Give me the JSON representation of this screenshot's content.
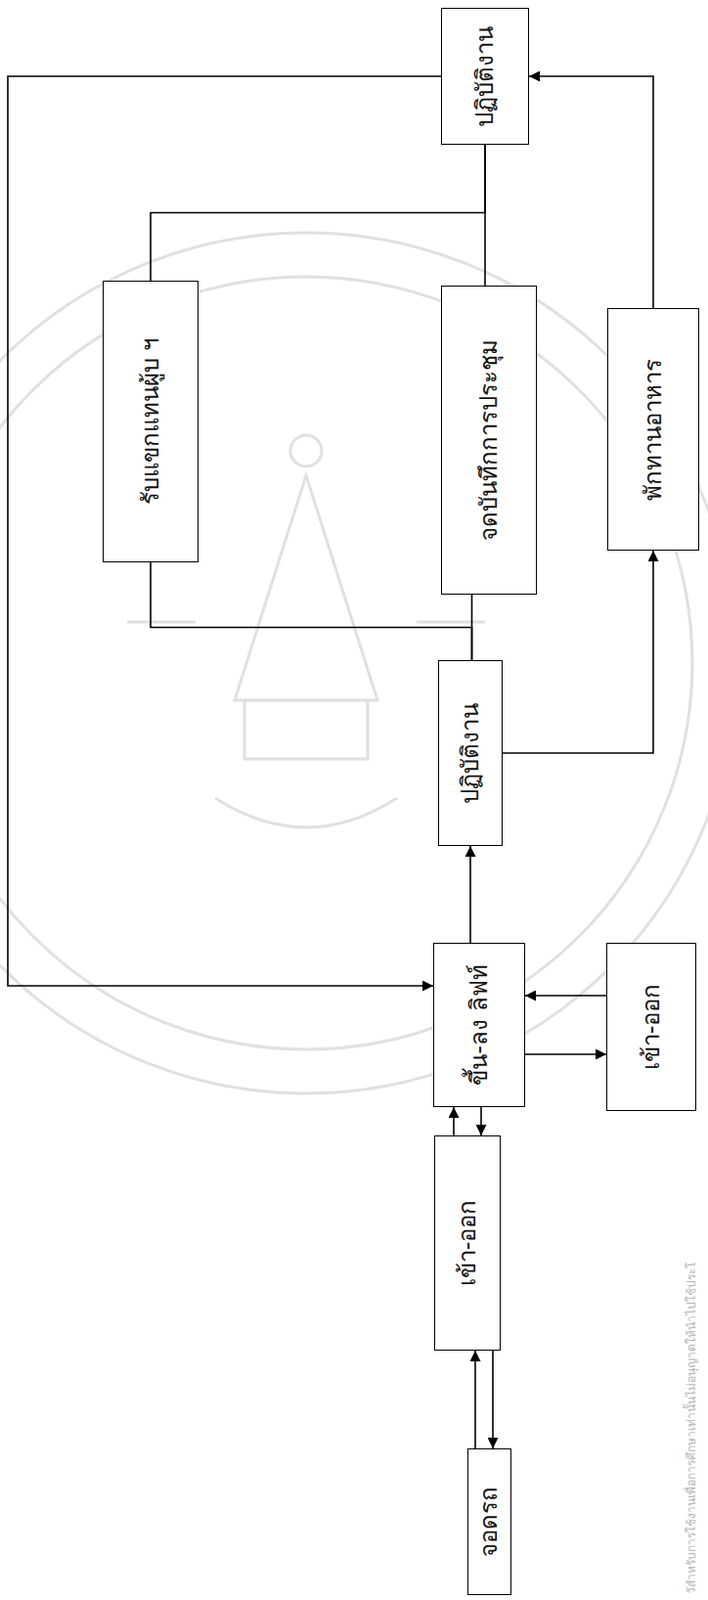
{
  "diagram": {
    "nodes": [
      {
        "text": [
          "จอดรถ"
        ]
      },
      {
        "text": [
          "เข้า-ออก"
        ]
      },
      {
        "text": [
          "ขึ้น-ลง ลิฟท์"
        ]
      },
      {
        "text": [
          "เข้า-ออก"
        ]
      },
      {
        "text": [
          "ปฏิบัติงาน"
        ]
      },
      {
        "text": [
          "รับแขกแทนผู้บ ฯ"
        ]
      },
      {
        "text": [
          "จดบันทึกการประชุม"
        ]
      },
      {
        "text": [
          "พักทานอาหาร"
        ]
      },
      {
        "text": [
          "ปฏิบัติงาน"
        ]
      }
    ],
    "edges": [
      {
        "from": 0,
        "to": 1,
        "arrow": "to"
      },
      {
        "from": 1,
        "to": 0,
        "arrow": "to"
      },
      {
        "from": 1,
        "to": 2,
        "arrow": "to"
      },
      {
        "from": 2,
        "to": 1,
        "arrow": "to"
      },
      {
        "from": 2,
        "to": 3,
        "arrow": "to"
      },
      {
        "from": 3,
        "to": 2,
        "arrow": "to"
      },
      {
        "from": 2,
        "to": 4,
        "arrow": "to"
      },
      {
        "from": 4,
        "to": 6,
        "arrow": "none"
      },
      {
        "from": 4,
        "to": 5,
        "arrow": "none"
      },
      {
        "from": 6,
        "to": 8,
        "arrow": "none"
      },
      {
        "from": 5,
        "to": 8,
        "arrow": "none"
      },
      {
        "from": 4,
        "to": 7,
        "arrow": "to"
      },
      {
        "from": 7,
        "to": 8,
        "arrow": "to"
      },
      {
        "from": 8,
        "to": 2,
        "arrow": "to"
      }
    ],
    "labels": [
      "วัสำหรับการใช้งานเพื่อการศึกษาเท่านั้นไม่อนุญาตให้นำไปใช้ประโ"
    ]
  }
}
